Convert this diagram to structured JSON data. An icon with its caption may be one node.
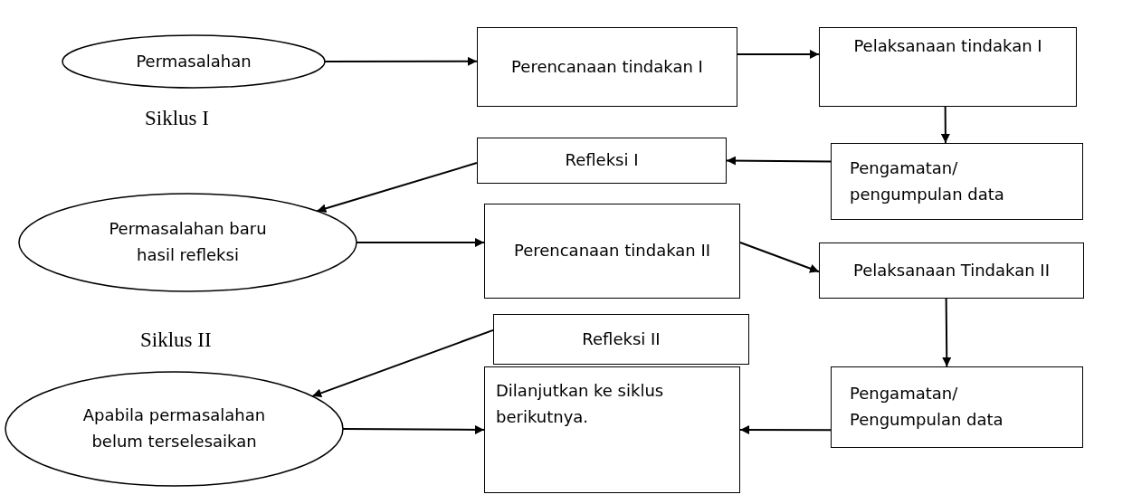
{
  "diagram": {
    "nodes": [
      {
        "text": [
          "Permasalahan"
        ]
      },
      {
        "text": [
          "Perencanaan tindakan I"
        ]
      },
      {
        "text": [
          "Pelaksanaan tindakan I"
        ]
      },
      {
        "text": [
          "Pengamatan/ pengumpulan data"
        ]
      },
      {
        "text": [
          "Refleksi I"
        ]
      },
      {
        "text": [
          "Permasalahan baru hasil refleksi"
        ]
      },
      {
        "text": [
          "Perencanaan tindakan II"
        ]
      },
      {
        "text": [
          "Pelaksanaan Tindakan II"
        ]
      },
      {
        "text": [
          "Refleksi II"
        ]
      },
      {
        "text": [
          "Apabila permasalahan belum terselesaikan"
        ]
      },
      {
        "text": [
          "Dilanjutkan ke siklus berikutnya."
        ]
      },
      {
        "text": [
          "Pengamatan/ Pengumpulan data"
        ]
      }
    ],
    "edges": [
      {
        "from": 0,
        "to": 1,
        "arrow": "to"
      },
      {
        "from": 1,
        "to": 2,
        "arrow": "to"
      },
      {
        "from": 2,
        "to": 3,
        "arrow": "to"
      },
      {
        "from": 3,
        "to": 4,
        "arrow": "to"
      },
      {
        "from": 4,
        "to": 5,
        "arrow": "to"
      },
      {
        "from": 5,
        "to": 6,
        "arrow": "to"
      },
      {
        "from": 6,
        "to": 7,
        "arrow": "to"
      },
      {
        "from": 7,
        "to": 11,
        "arrow": "to"
      },
      {
        "from": 8,
        "to": 9,
        "arrow": "to"
      },
      {
        "from": 9,
        "to": 10,
        "arrow": "to"
      },
      {
        "from": 11,
        "to": 10,
        "arrow": "to"
      }
    ],
    "labels": [
      "Siklus I",
      "Siklus II"
    ]
  }
}
